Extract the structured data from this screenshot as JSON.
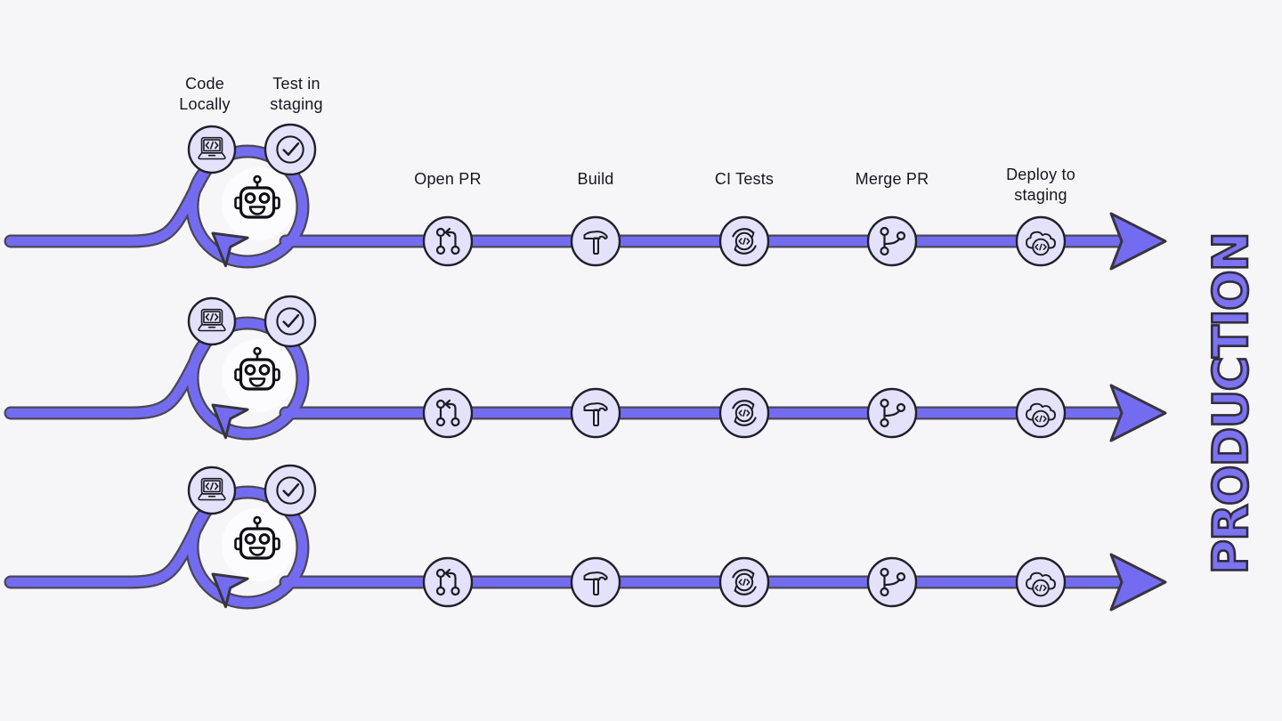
{
  "colors": {
    "background": "#f6f6f9",
    "flow_line": "#746cf0",
    "flow_outline": "#4a4756",
    "node_fill": "#e4e2fa",
    "node_border": "#211f2a",
    "label_text": "#17161f",
    "production_fill": "#7b73f2",
    "production_outline": "#312d3e"
  },
  "diagram": {
    "lanes": 3,
    "loop": {
      "agent_icon": "robot-icon",
      "steps": [
        {
          "label": "Code Locally",
          "icon": "laptop-code-icon"
        },
        {
          "label": "Test in staging",
          "icon": "check-circle-icon"
        }
      ]
    },
    "pipeline_steps": [
      {
        "label": "Open PR",
        "icon": "git-pull-request-icon"
      },
      {
        "label": "Build",
        "icon": "hammer-icon"
      },
      {
        "label": "CI Tests",
        "icon": "ci-cycle-code-icon"
      },
      {
        "label": "Merge PR",
        "icon": "git-merge-icon"
      },
      {
        "label": "Deploy to staging",
        "icon": "cloud-code-icon"
      }
    ],
    "destination": {
      "label": "PRODUCTION"
    }
  }
}
